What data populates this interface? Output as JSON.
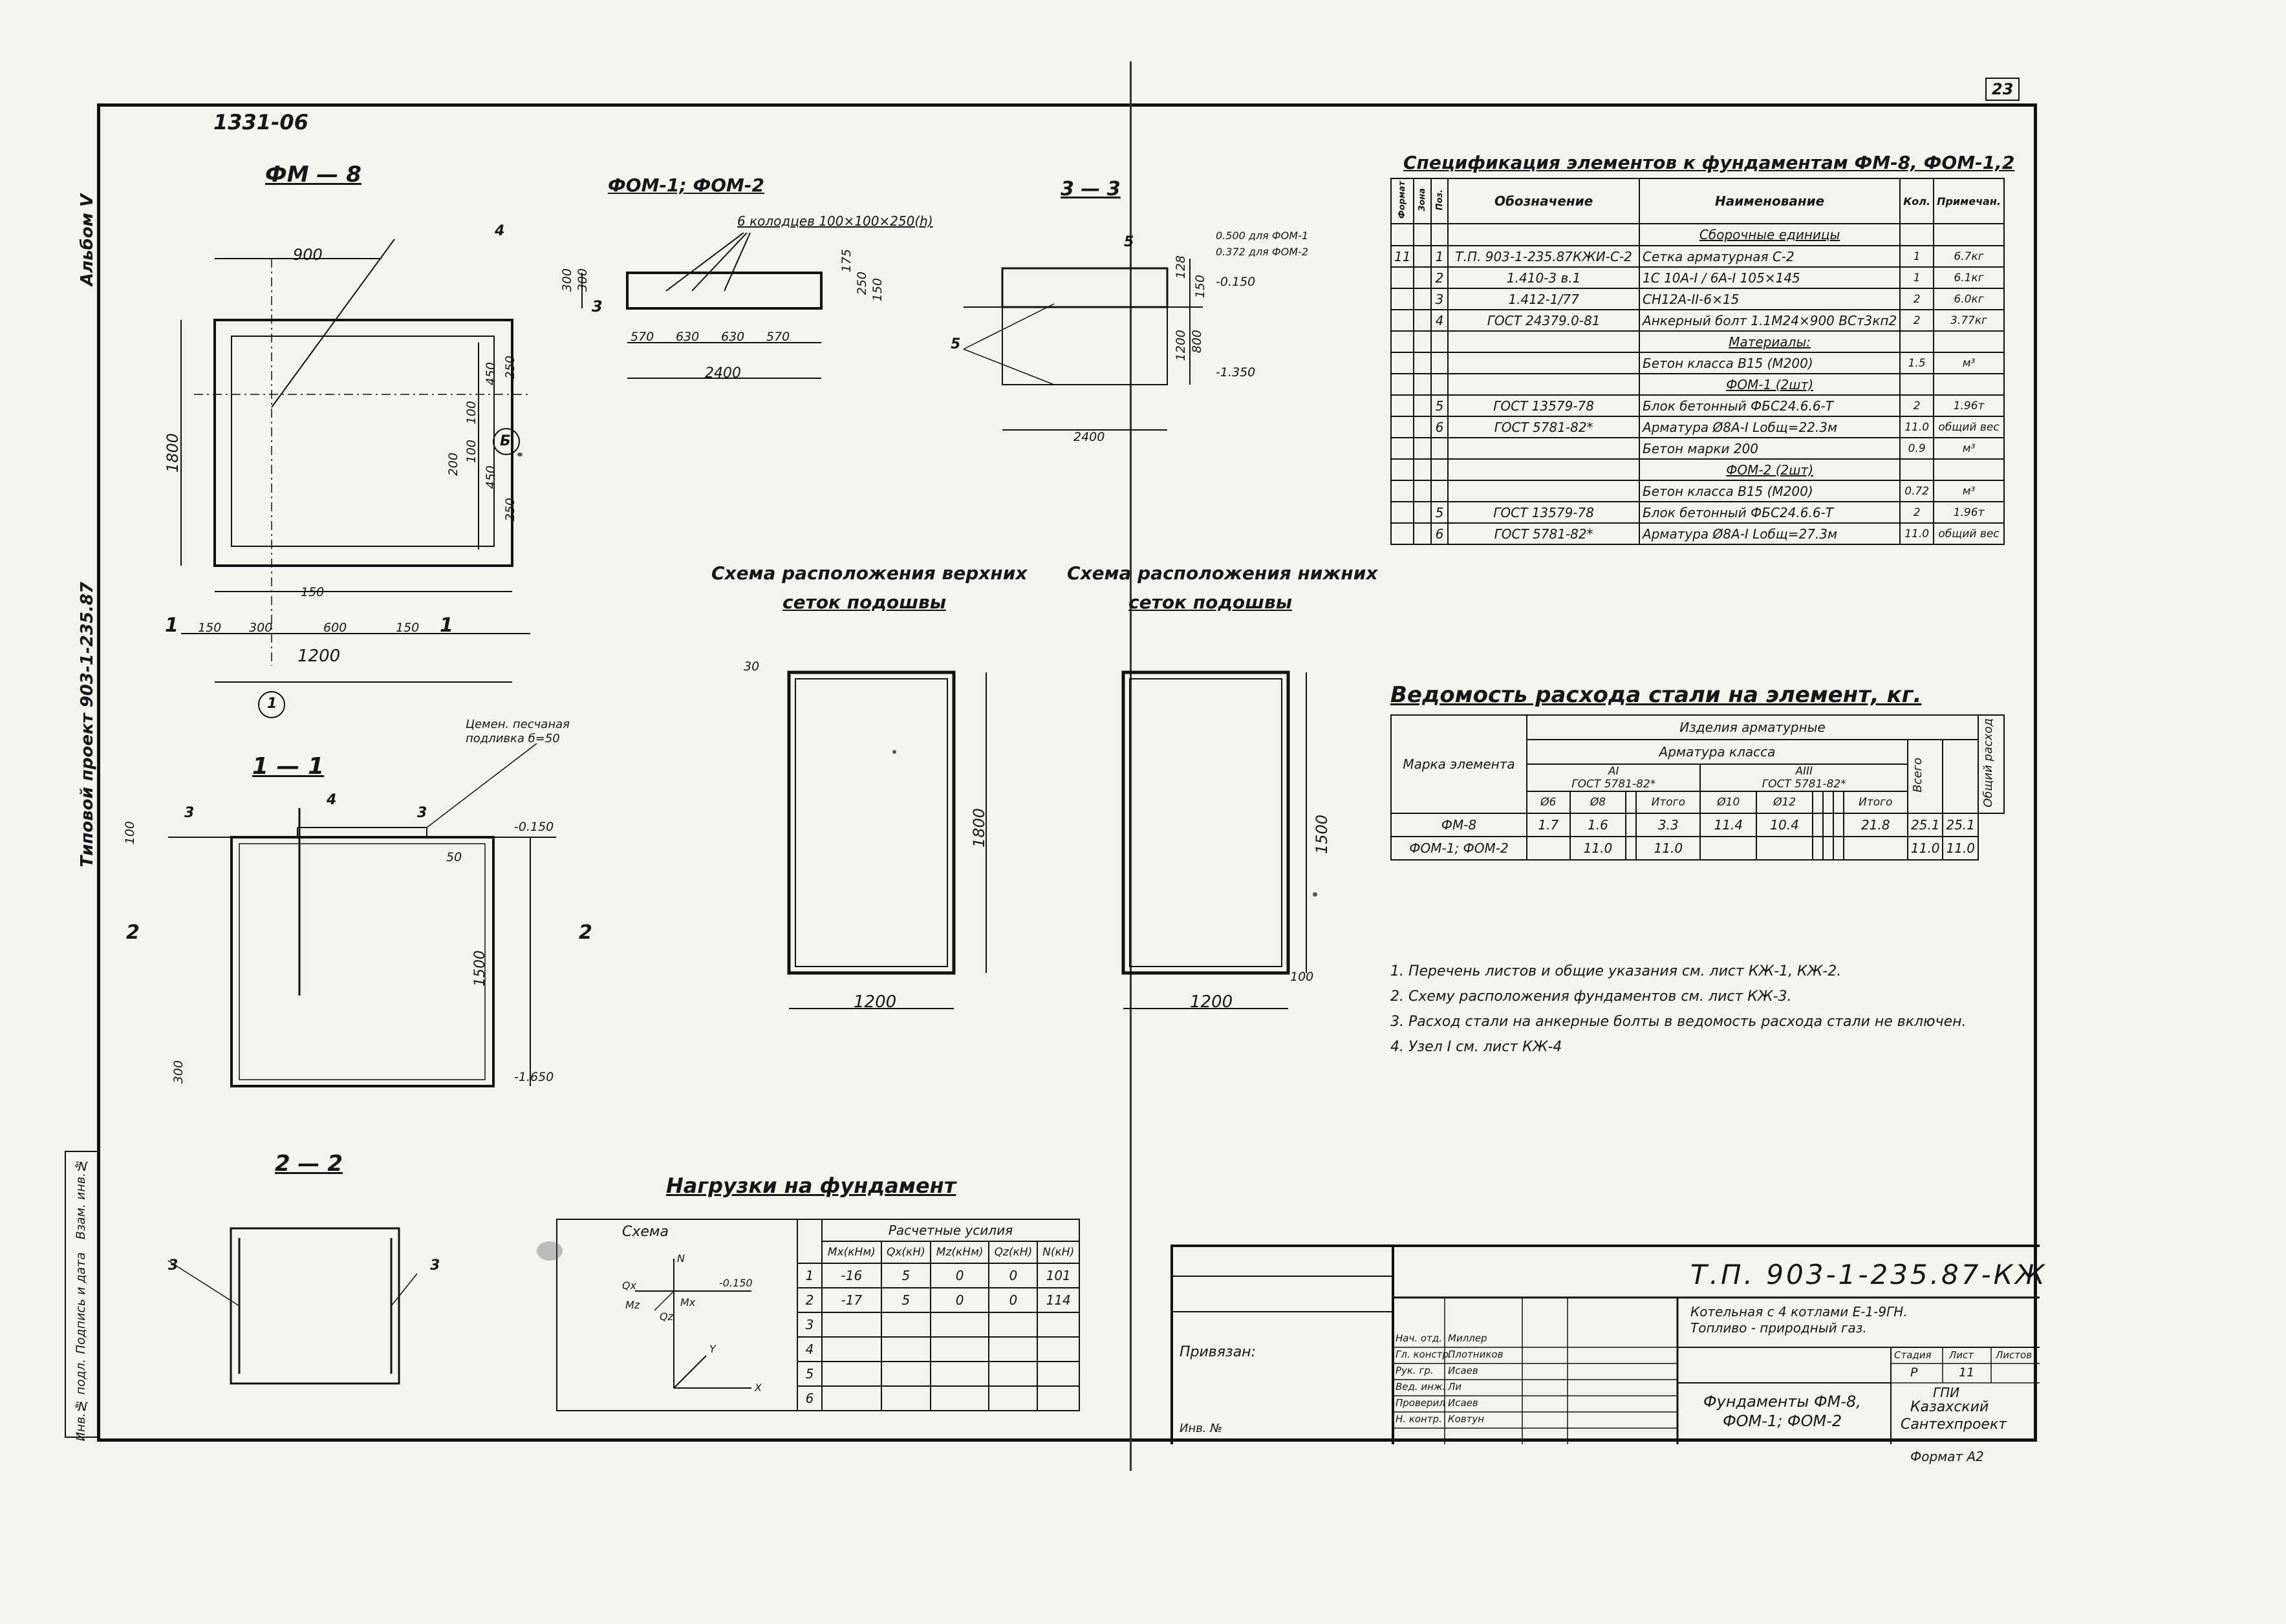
{
  "stamp_top_left": "1331-06",
  "sheet_number": "23",
  "side_vertical": {
    "album": "Альбом V",
    "project": "Типовой проект 903-1-235.87"
  },
  "inventory_strip": [
    "Инв.№ подл.",
    "Подпись и дата",
    "Взам. инв.№"
  ],
  "fm8": {
    "title": "ФМ — 8",
    "dims": [
      "900",
      "1800",
      "450",
      "100",
      "450",
      "200",
      "100",
      "250",
      "250",
      "150",
      "150",
      "300",
      "600",
      "150",
      "1200"
    ],
    "marker_b": "Б",
    "marker_1": "1",
    "leader": "4",
    "section_left": "1",
    "section_right": "1"
  },
  "fom": {
    "title": "ФОМ-1; ФОМ-2",
    "note": "6 колодцев 100×100×250(h)",
    "dims": [
      "300",
      "300",
      "175",
      "250",
      "150",
      "570",
      "630",
      "630",
      "570",
      "2400"
    ],
    "section_mark": "3"
  },
  "sec33": {
    "title": "3 — 3",
    "levels": [
      "0.500 для ФОМ-1",
      "0.372 для ФОМ-2",
      "-0.150",
      "-1.350"
    ],
    "dims": [
      "1200",
      "800",
      "150",
      "128",
      "2400"
    ],
    "leader": "5",
    "grout": "5"
  },
  "schema_upper": {
    "line1": "Схема расположения верхних",
    "line2": "сеток подошвы",
    "dims": [
      "30",
      "1800",
      "1200"
    ]
  },
  "schema_lower": {
    "line1": "Схема расположения нижних",
    "line2": "сеток подошвы",
    "dims": [
      "1500",
      "100",
      "1200"
    ]
  },
  "sec11": {
    "title": "1 — 1",
    "note_line1": "Цемен. песчаная",
    "note_line2": "подливка б=50",
    "levels": [
      "-0.150",
      "-1.650"
    ],
    "dims": [
      "100",
      "1500",
      "300",
      "50"
    ],
    "marks": [
      "3",
      "4",
      "3"
    ],
    "side_left": "2",
    "side_right": "2"
  },
  "sec22": {
    "title": "2 — 2",
    "marks": [
      "3",
      "3"
    ]
  },
  "spec": {
    "title": "Спецификация элементов к фундаментам ФМ-8, ФОМ-1,2",
    "headers": [
      "Формат",
      "Зона",
      "Поз.",
      "Обозначение",
      "Наименование",
      "Кол.",
      "Примечан."
    ],
    "rows": [
      [
        "11",
        "",
        "1",
        "Т.П. 903-1-235.87КЖИ-С-2",
        "Сетка арматурная С-2",
        "1",
        "6.7кг"
      ],
      [
        "",
        "",
        "2",
        "1.410-3 в.1",
        "1С 10А-I / 6А-I 105×145",
        "1",
        "6.1кг"
      ],
      [
        "",
        "",
        "3",
        "1.412-1/77",
        "СН12А-II-6×15",
        "2",
        "6.0кг"
      ],
      [
        "",
        "",
        "4",
        "ГОСТ 24379.0-81",
        "Анкерный болт 1.1М24×900 ВСт3кп2",
        "2",
        "3.77кг"
      ],
      [
        "",
        "",
        "",
        "",
        "Материалы:",
        "",
        ""
      ],
      [
        "",
        "",
        "",
        "",
        "Бетон класса В15 (М200)",
        "1.5",
        "м³"
      ],
      [
        "",
        "",
        "",
        "",
        "ФОМ-1 (2шт)",
        "",
        ""
      ],
      [
        "",
        "",
        "5",
        "ГОСТ 13579-78",
        "Блок бетонный ФБС24.6.6-Т",
        "2",
        "1.96т"
      ],
      [
        "",
        "",
        "6",
        "ГОСТ 5781-82*",
        "Арматура Ø8А-I Lобщ=22.3м",
        "11.0",
        "общий вес"
      ],
      [
        "",
        "",
        "",
        "",
        "Бетон марки 200",
        "0.9",
        "м³"
      ],
      [
        "",
        "",
        "",
        "",
        "ФОМ-2 (2шт)",
        "",
        ""
      ],
      [
        "",
        "",
        "",
        "",
        "Бетон класса В15 (М200)",
        "0.72",
        "м³"
      ],
      [
        "",
        "",
        "5",
        "ГОСТ 13579-78",
        "Блок бетонный ФБС24.6.6-Т",
        "2",
        "1.96т"
      ],
      [
        "",
        "",
        "6",
        "ГОСТ 5781-82*",
        "Арматура Ø8А-I Lобщ=27.3м",
        "11.0",
        "общий вес"
      ]
    ]
  },
  "steel": {
    "title": "Ведомость расхода стали на элемент, кг.",
    "h_mark": "Марка элемента",
    "h_items": "Изделия арматурные",
    "h_class": "Арматура класса",
    "h_a1": "АI",
    "h_a3": "АIII",
    "h_gost1": "ГОСТ 5781-82*",
    "h_gost2": "ГОСТ 5781-82*",
    "h_sizes": [
      "Ø6",
      "Ø8",
      "",
      "Итого",
      "Ø10",
      "Ø12",
      "",
      "",
      "",
      "Итого"
    ],
    "h_total": "Всего",
    "h_overall": "Общий расход",
    "rows": [
      [
        "ФМ-8",
        "1.7",
        "1.6",
        "",
        "3.3",
        "11.4",
        "10.4",
        "",
        "",
        "",
        "21.8",
        "25.1",
        "25.1"
      ],
      [
        "ФОМ-1; ФОМ-2",
        "",
        "11.0",
        "",
        "11.0",
        "",
        "",
        "",
        "",
        "",
        "",
        "11.0",
        "11.0"
      ]
    ]
  },
  "notes": [
    "1. Перечень листов и общие указания см. лист КЖ-1, КЖ-2.",
    "2. Схему расположения фундаментов см. лист КЖ-3.",
    "3. Расход стали на анкерные болты в ведомость расхода стали не включен.",
    "4. Узел I см. лист КЖ-4"
  ],
  "loads": {
    "title": "Нагрузки на фундамент",
    "schema": "Схема",
    "calc": "Расчетные усилия",
    "cols": [
      "Мх(кНм)",
      "Qx(кН)",
      "Мz(кНм)",
      "Qz(кН)",
      "N(кН)"
    ],
    "rows": [
      [
        "1",
        "-16",
        "5",
        "0",
        "0",
        "101"
      ],
      [
        "2",
        "-17",
        "5",
        "0",
        "0",
        "114"
      ],
      [
        "3",
        "",
        "",
        "",
        "",
        ""
      ],
      [
        "4",
        "",
        "",
        "",
        "",
        ""
      ],
      [
        "5",
        "",
        "",
        "",
        "",
        ""
      ],
      [
        "6",
        "",
        "",
        "",
        "",
        ""
      ]
    ],
    "axes": [
      "N",
      "Qx",
      "Mz",
      "Mx",
      "Qz",
      "Y",
      "X",
      "-0.150"
    ]
  },
  "title_block": {
    "code": "Т.П. 903-1-235.87-КЖ",
    "project_line1": "Котельная с 4 котлами Е-1-9ГН.",
    "project_line2": "Топливо - природный газ.",
    "privyazan": "Привязан:",
    "inv": "Инв. №",
    "roles": [
      "Нач. отд.",
      "Гл. констр.",
      "Рук. гр.",
      "Вед. инж.",
      "Проверил",
      "Н. контр."
    ],
    "names": [
      "Миллер",
      "Плотников",
      "Исаев",
      "Ли",
      "Исаев",
      "Ковтун"
    ],
    "stage_h": "Стадия",
    "sheet_h": "Лист",
    "sheets_h": "Листов",
    "stage": "Р",
    "sheet": "11",
    "drawing_line1": "Фундаменты ФМ-8,",
    "drawing_line2": "ФОМ-1; ФОМ-2",
    "org_line1": "ГПИ",
    "org_line2": "Казахский",
    "org_line3": "Сантехпроект",
    "format": "Формат А2"
  }
}
